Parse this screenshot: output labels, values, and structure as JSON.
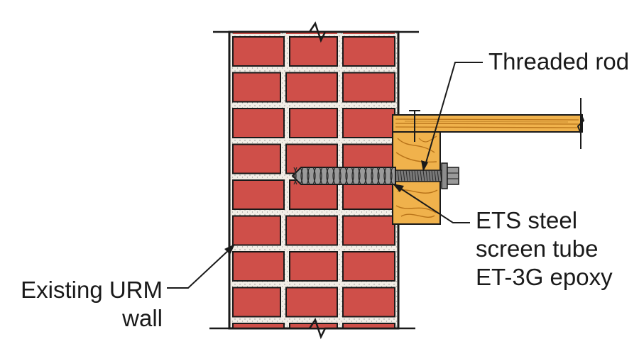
{
  "labels": {
    "threaded_rod": "Threaded rod",
    "ets_line1": "ETS steel",
    "ets_line2": "screen tube",
    "ets_line3": "ET-3G epoxy",
    "urm_line1": "Existing URM",
    "urm_line2": "wall"
  },
  "colors": {
    "brick": "#cf4f49",
    "mortar": "#f2ede6",
    "outline": "#1a1a1a",
    "wood": "#f0b24c",
    "wood_grain": "#b9741a",
    "steel": "#7a7a7a",
    "background": "#ffffff"
  },
  "components": [
    "brick-wall",
    "wood-ledger",
    "floor-joist",
    "threaded-rod",
    "screen-tube",
    "washer-nut"
  ]
}
